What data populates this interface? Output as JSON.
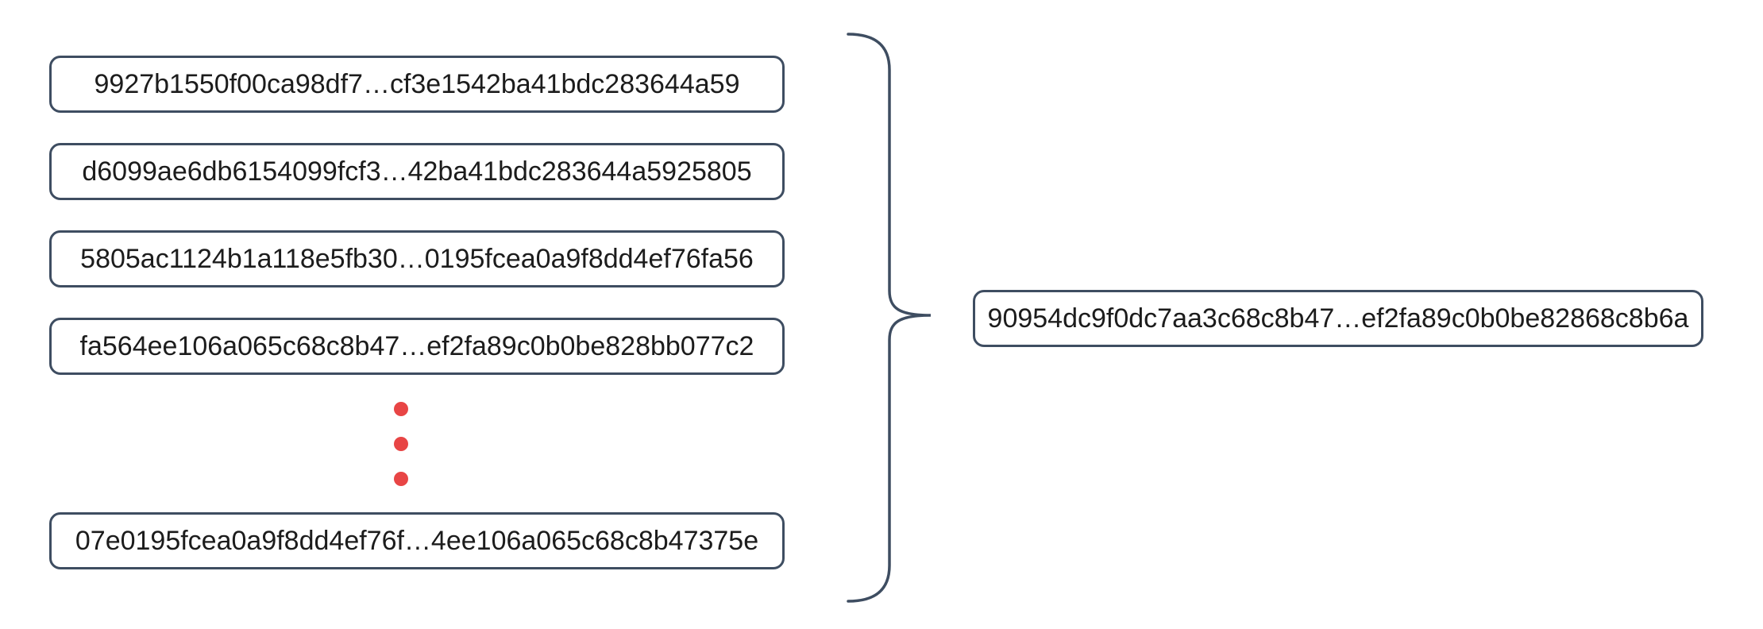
{
  "diagram_title": "",
  "input_hashes": [
    "9927b1550f00ca98df7…cf3e1542ba41bdc283644a59",
    "d6099ae6db6154099fcf3…42ba41bdc283644a5925805",
    "5805ac1124b1a118e5fb30…0195fcea0a9f8dd4ef76fa56",
    "fa564ee106a065c68c8b47…ef2fa89c0b0be828bb077c2",
    "07e0195fcea0a9f8dd4ef76f…4ee106a065c68c8b47375e"
  ],
  "output_hash": "90954dc9f0dc7aa3c68c8b47…ef2fa89c0b0be82868c8b6a",
  "ellipsis": {
    "dot_count": 3
  },
  "colors": {
    "box_border": "#3e4d61",
    "brace": "#3e4d61",
    "dot": "#e84545",
    "text": "#1c1c1c",
    "background": "#ffffff"
  }
}
